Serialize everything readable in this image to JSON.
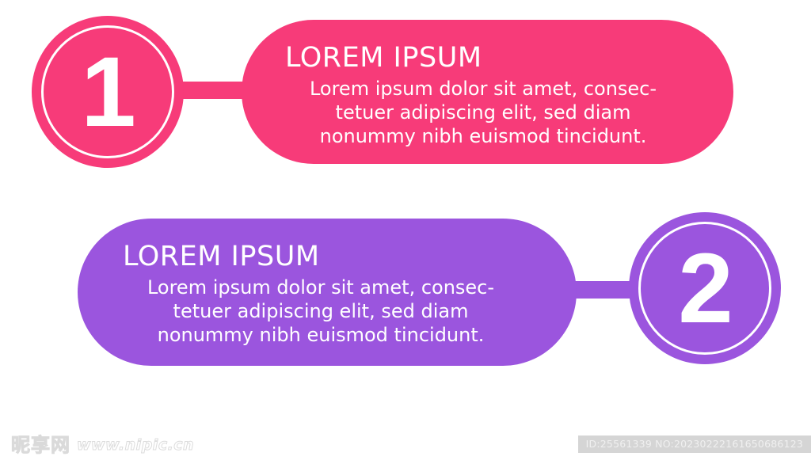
{
  "graphic": {
    "type": "numbered-step-infographic",
    "background": "#ffffff",
    "steps": [
      {
        "number": "1",
        "color": "#f73b79",
        "title": "LOREM IPSUM",
        "body": "Lorem ipsum dolor sit amet, consec-\ntetuer adipiscing elit, sed diam\nnonummy nibh euismod tincidunt.",
        "badge_side": "left"
      },
      {
        "number": "2",
        "color": "#9b55de",
        "title": "LOREM IPSUM",
        "body": "Lorem ipsum dolor sit amet, consec-\ntetuer adipiscing elit, sed diam\nnonummy nibh euismod tincidunt.",
        "badge_side": "right"
      }
    ]
  },
  "footer": {
    "watermark_cjk": "昵享网",
    "watermark_url": "www.nipic.cn",
    "id_badge": "ID:25561339 NO:20230222161650686123"
  }
}
